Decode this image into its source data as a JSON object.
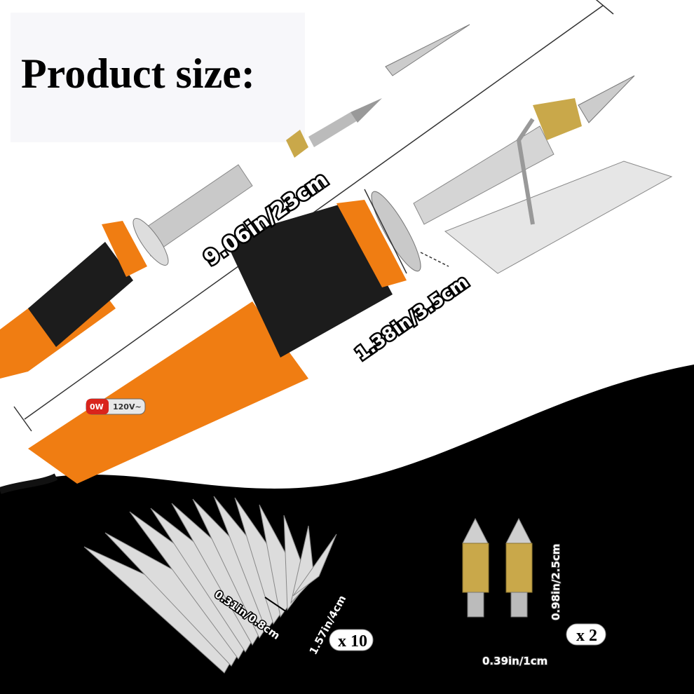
{
  "title": "Product size:",
  "dimensions": {
    "length": "9.06in/23cm",
    "diameter": "1.38in/3.5cm",
    "blade_width": "0.31in/0.8cm",
    "blade_length": "1.57in/4cm",
    "tip_length": "0.98in/2.5cm",
    "tip_width": "0.39in/1cm"
  },
  "quantities": {
    "blades": "x 10",
    "tips": "x 2"
  },
  "pen_label": {
    "wattage": "0W",
    "voltage": "120V~"
  },
  "colors": {
    "pen": "#f07d12",
    "grip": "#1c1c1c",
    "background_bottom": "#000000",
    "brass": "#c9a84a"
  }
}
